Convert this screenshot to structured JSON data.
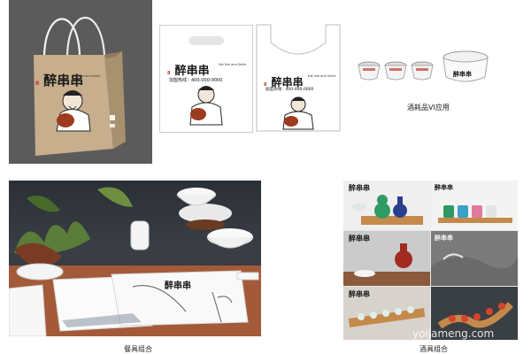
{
  "brand": {
    "name": "醉串串",
    "mark": "8",
    "hotline": "加盟热线：400-000-0000",
    "slogan_small": "Eat Hot and Smile"
  },
  "captions": {
    "consumables": "酒耗品VI应用",
    "tableware": "餐具组合",
    "wineware": "酒具组合"
  },
  "watermark": "yoijameng.com",
  "colors": {
    "kraft": "#c7ae8c",
    "dark_gray_bg": "#5b5b5b",
    "tile_red": "#c0392b"
  }
}
